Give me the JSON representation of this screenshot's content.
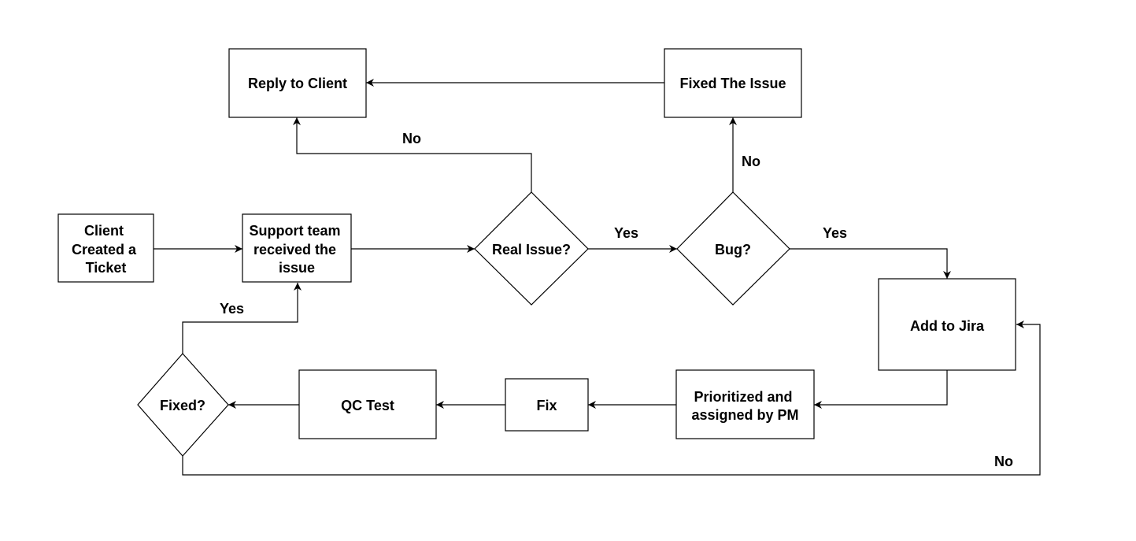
{
  "nodes": {
    "client_ticket": {
      "lines": [
        "Client",
        "Created a",
        "Ticket"
      ]
    },
    "support_team": {
      "lines": [
        "Support team",
        "received the",
        "issue"
      ]
    },
    "real_issue": {
      "lines": [
        "Real Issue?"
      ]
    },
    "bug": {
      "lines": [
        "Bug?"
      ]
    },
    "reply_client": {
      "lines": [
        "Reply to Client"
      ]
    },
    "fixed_issue": {
      "lines": [
        "Fixed The Issue"
      ]
    },
    "add_jira": {
      "lines": [
        "Add to Jira"
      ]
    },
    "prioritized": {
      "lines": [
        "Prioritized and",
        "assigned by PM"
      ]
    },
    "fix": {
      "lines": [
        "Fix"
      ]
    },
    "qc_test": {
      "lines": [
        "QC Test"
      ]
    },
    "fixed_q": {
      "lines": [
        "Fixed?"
      ]
    }
  },
  "edge_labels": {
    "real_no": "No",
    "real_yes": "Yes",
    "bug_no": "No",
    "bug_yes": "Yes",
    "fixed_yes": "Yes",
    "fixed_no": "No"
  }
}
